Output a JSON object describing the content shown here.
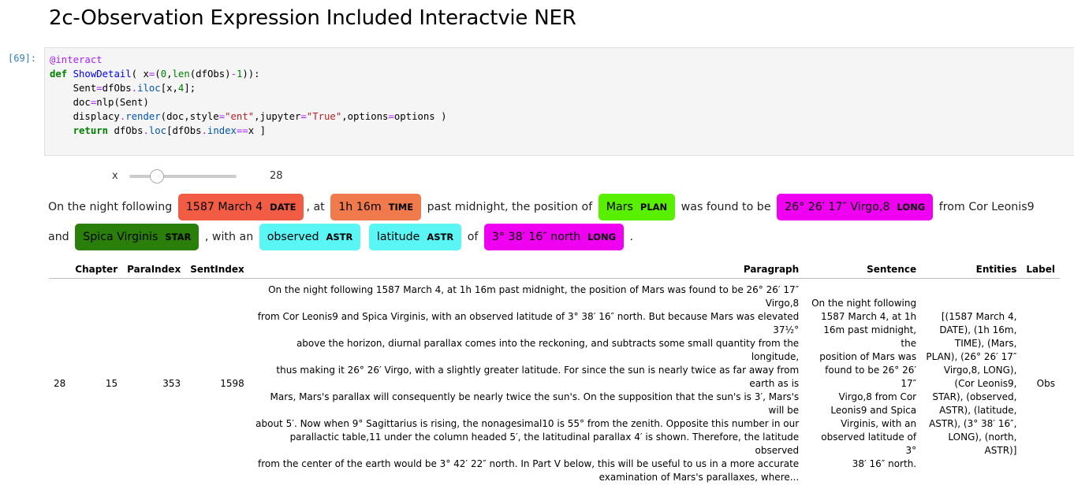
{
  "heading": "2c-Observation Expression Included Interactvie NER",
  "cell": {
    "prompt": "[69]:",
    "code": [
      [
        {
          "t": "@interact",
          "c": "dec"
        }
      ],
      [
        {
          "t": "def",
          "c": "kw"
        },
        {
          "t": " "
        },
        {
          "t": "ShowDetail",
          "c": "fn"
        },
        {
          "t": "( x"
        },
        {
          "t": "=",
          "c": "op"
        },
        {
          "t": "("
        },
        {
          "t": "0",
          "c": "num"
        },
        {
          "t": ","
        },
        {
          "t": "len",
          "c": "bi"
        },
        {
          "t": "(dfObs)"
        },
        {
          "t": "-",
          "c": "op"
        },
        {
          "t": "1",
          "c": "num"
        },
        {
          "t": ")):"
        }
      ],
      [
        {
          "t": "    Sent"
        },
        {
          "t": "=",
          "c": "op"
        },
        {
          "t": "dfObs"
        },
        {
          "t": ".",
          "c": "op"
        },
        {
          "t": "iloc",
          "c": "attr"
        },
        {
          "t": "[x,"
        },
        {
          "t": "4",
          "c": "num"
        },
        {
          "t": "];"
        }
      ],
      [
        {
          "t": "    doc"
        },
        {
          "t": "=",
          "c": "op"
        },
        {
          "t": "nlp(Sent)"
        }
      ],
      [
        {
          "t": "    displacy"
        },
        {
          "t": ".",
          "c": "op"
        },
        {
          "t": "render",
          "c": "attr"
        },
        {
          "t": "(doc,style"
        },
        {
          "t": "=",
          "c": "op"
        },
        {
          "t": "\"ent\"",
          "c": "str"
        },
        {
          "t": ",jupyter"
        },
        {
          "t": "=",
          "c": "op"
        },
        {
          "t": "\"True\"",
          "c": "str"
        },
        {
          "t": ",options"
        },
        {
          "t": "=",
          "c": "op"
        },
        {
          "t": "options )"
        }
      ],
      [
        {
          "t": "    "
        },
        {
          "t": "return",
          "c": "kw"
        },
        {
          "t": " dfObs"
        },
        {
          "t": ".",
          "c": "op"
        },
        {
          "t": "loc",
          "c": "attr"
        },
        {
          "t": "[dfObs"
        },
        {
          "t": ".",
          "c": "op"
        },
        {
          "t": "index",
          "c": "attr"
        },
        {
          "t": "==",
          "c": "op"
        },
        {
          "t": "x ]"
        }
      ]
    ]
  },
  "slider": {
    "label": "x",
    "value": "28",
    "min": 0,
    "max": 111,
    "fraction": 0.25
  },
  "ner": [
    {
      "text": "On the night following "
    },
    {
      "ent": "1587 March 4",
      "label": "DATE",
      "color": "#f25c45",
      "fg": "#000"
    },
    {
      "text": ", at "
    },
    {
      "ent": "1h 16m",
      "label": "TIME",
      "color": "#f07a4c",
      "fg": "#000"
    },
    {
      "text": " past midnight, the position of "
    },
    {
      "ent": "Mars",
      "label": "PLAN",
      "color": "#58f000",
      "fg": "#000"
    },
    {
      "text": " was found to be "
    },
    {
      "ent": "26° 26′ 17″ Virgo,8",
      "label": "LONG",
      "color": "#f000f0",
      "fg": "#000"
    },
    {
      "text": " from Cor Leonis9 and "
    },
    {
      "ent": "Spica Virginis",
      "label": "STAR",
      "color": "#2a7e0a",
      "fg": "#000"
    },
    {
      "text": " , with an "
    },
    {
      "ent": "observed",
      "label": "ASTR",
      "color": "#5af5f5",
      "fg": "#000"
    },
    {
      "text": " "
    },
    {
      "ent": "latitude",
      "label": "ASTR",
      "color": "#5af5f5",
      "fg": "#000"
    },
    {
      "text": " of "
    },
    {
      "ent": "3° 38′ 16″ north",
      "label": "LONG",
      "color": "#f000f0",
      "fg": "#000"
    },
    {
      "text": " ."
    }
  ],
  "table": {
    "columns": [
      "",
      "Chapter",
      "ParaIndex",
      "SentIndex",
      "Paragraph",
      "Sentence",
      "Entities",
      "Label"
    ],
    "row": {
      "index": "28",
      "chapter": "15",
      "paraindex": "353",
      "sentindex": "1598",
      "paragraph": [
        "On the night following 1587 March 4, at 1h 16m past midnight, the position of Mars was found to be 26° 26′ 17″ Virgo,8",
        "from Cor Leonis9 and Spica Virginis, with an observed latitude of 3° 38′ 16″ north. But because Mars was elevated 37½°",
        "above the horizon, diurnal parallax comes into the reckoning, and subtracts some small quantity from the longitude,",
        "thus making it 26° 26′ Virgo, with a slightly greater latitude. For since the sun is nearly twice as far away from earth as is",
        "Mars, Mars's parallax will consequently be nearly twice the sun's. On the supposition that the sun's is 3′, Mars's will be",
        "about 5′. Now when 9° Sagittarius is rising, the nonagesimal10 is 55° from the zenith. Opposite this number in our",
        "parallactic table,11 under the column headed 5′, the latitudinal parallax 4′ is shown. Therefore, the latitude observed",
        "from the center of the earth would be 3° 42′ 22″ north. In Part V below, this will be useful to us in a more accurate",
        "examination of Mars's parallaxes, where..."
      ],
      "sentence": [
        "On the night following",
        "1587 March 4, at 1h",
        "16m past midnight, the",
        "position of Mars was",
        "found to be 26° 26′ 17″",
        "Virgo,8 from Cor",
        "Leonis9 and Spica",
        "Virginis, with an",
        "observed latitude of 3°",
        "38′ 16″ north."
      ],
      "entities": [
        "[(1587 March 4,",
        "DATE), (1h 16m,",
        "TIME), (Mars,",
        "PLAN), (26° 26′ 17″",
        "Virgo,8, LONG),",
        "(Cor Leonis9,",
        "STAR), (observed,",
        "ASTR), (latitude,",
        "ASTR), (3° 38′ 16″,",
        "LONG), (north,",
        "ASTR)]"
      ],
      "label": "Obs"
    }
  }
}
